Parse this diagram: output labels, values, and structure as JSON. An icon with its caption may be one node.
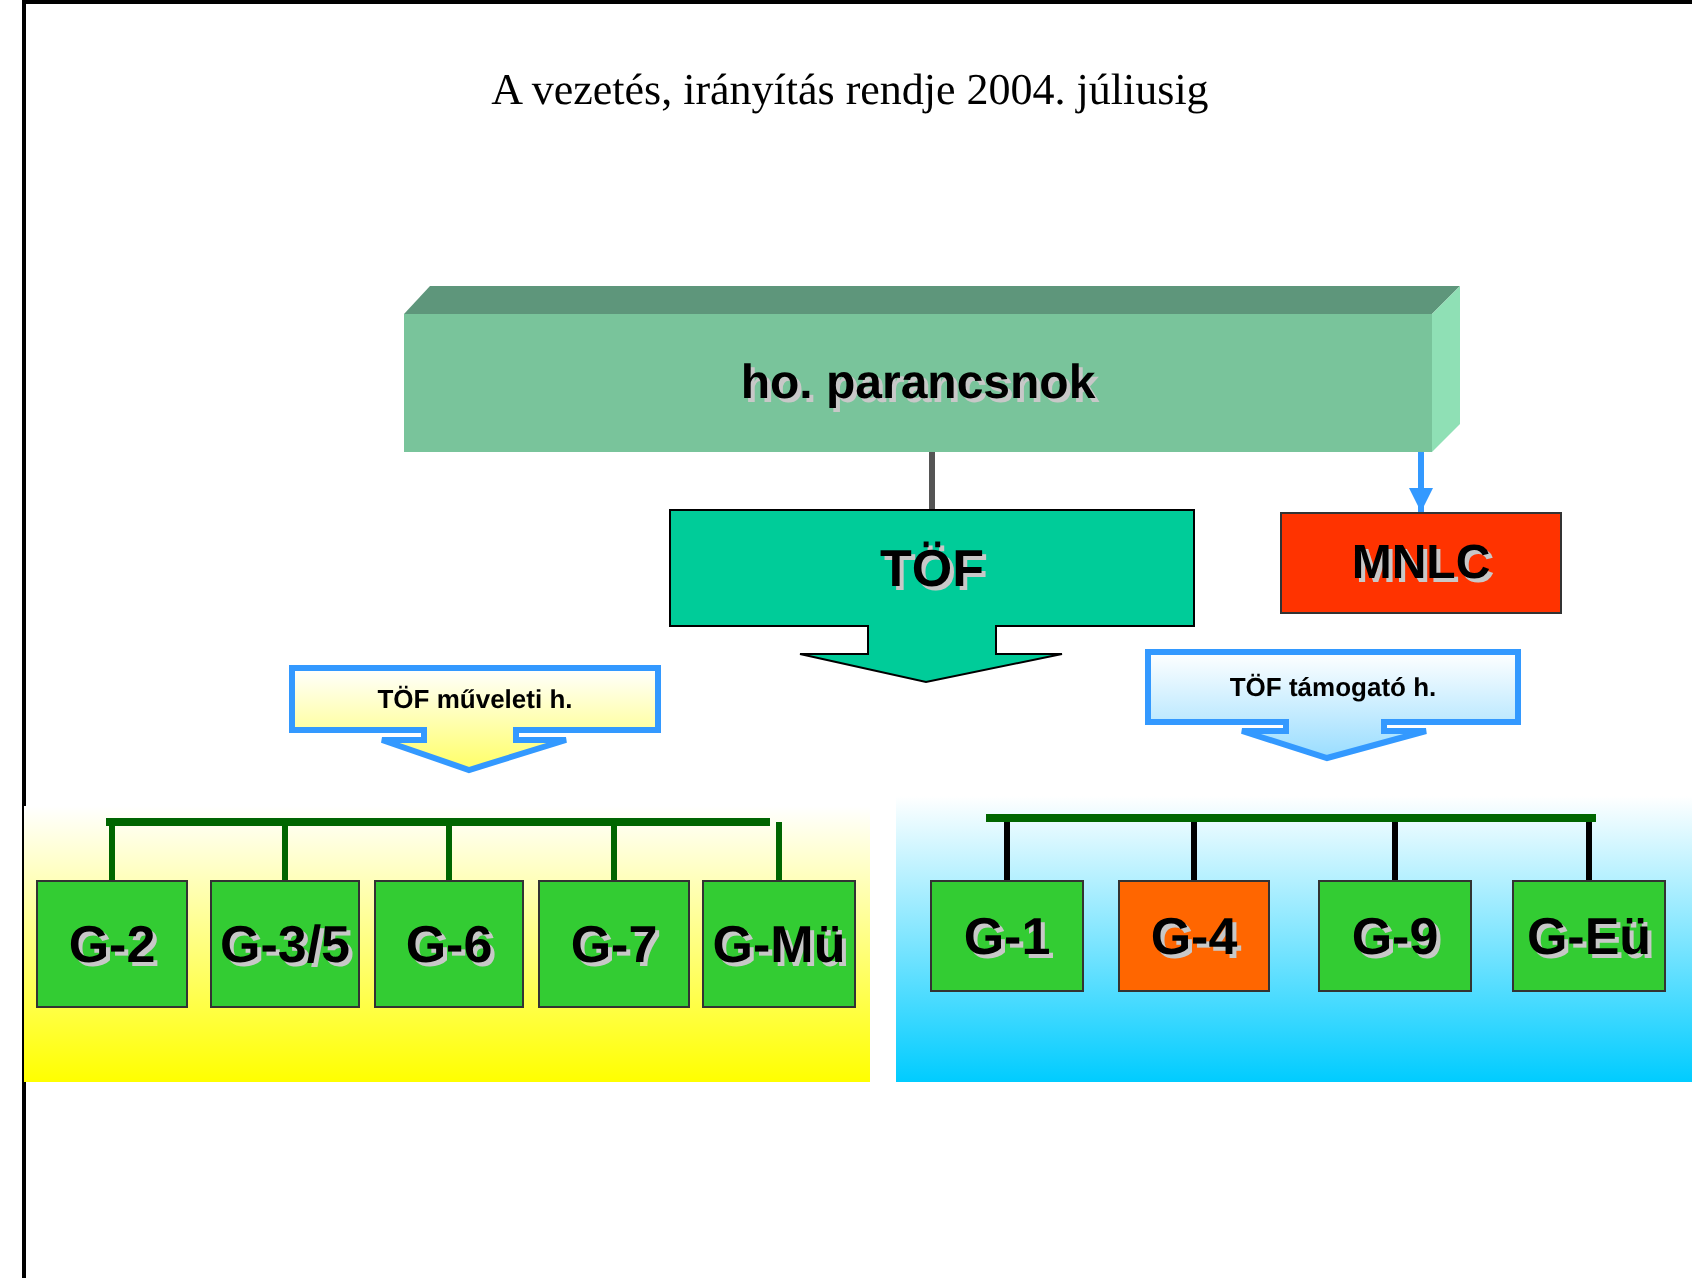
{
  "diagram": {
    "title": "A vezetés, irányítás rendje 2004. júliusig",
    "nodes": [
      {
        "text": [
          "ho. parancsnok"
        ]
      },
      {
        "text": [
          "TÖF"
        ]
      },
      {
        "text": [
          "MNLC"
        ]
      },
      {
        "text": [
          "TÖF műveleti h."
        ]
      },
      {
        "text": [
          "TÖF támogató h."
        ]
      },
      {
        "text": [],
        "shape": "bar"
      },
      {
        "text": [],
        "shape": "bar"
      },
      {
        "text": [
          "G-2"
        ]
      },
      {
        "text": [
          "G-3/5"
        ]
      },
      {
        "text": [
          "G-6"
        ]
      },
      {
        "text": [
          "G-7"
        ]
      },
      {
        "text": [
          "G-Mü"
        ]
      },
      {
        "text": [
          "G-1"
        ]
      },
      {
        "text": [
          "G-4"
        ]
      },
      {
        "text": [
          "G-9"
        ]
      },
      {
        "text": [
          "G-Eü"
        ]
      }
    ],
    "edges": [
      {
        "from": 0,
        "to": 1,
        "arrow": "none",
        "color": "#555555"
      },
      {
        "from": 0,
        "to": 2,
        "arrow": "to",
        "color": "#3399ff"
      },
      {
        "from": 5,
        "to": 7,
        "arrow": "none"
      },
      {
        "from": 5,
        "to": 8,
        "arrow": "none"
      },
      {
        "from": 5,
        "to": 9,
        "arrow": "none"
      },
      {
        "from": 5,
        "to": 10,
        "arrow": "none"
      },
      {
        "from": 5,
        "to": 11,
        "arrow": "none"
      },
      {
        "from": 6,
        "to": 12,
        "arrow": "none",
        "color": "#000000"
      },
      {
        "from": 6,
        "to": 13,
        "arrow": "none",
        "color": "#000000"
      },
      {
        "from": 6,
        "to": 14,
        "arrow": "none",
        "color": "#000000"
      },
      {
        "from": 6,
        "to": 15,
        "arrow": "none",
        "color": "#000000"
      }
    ]
  }
}
